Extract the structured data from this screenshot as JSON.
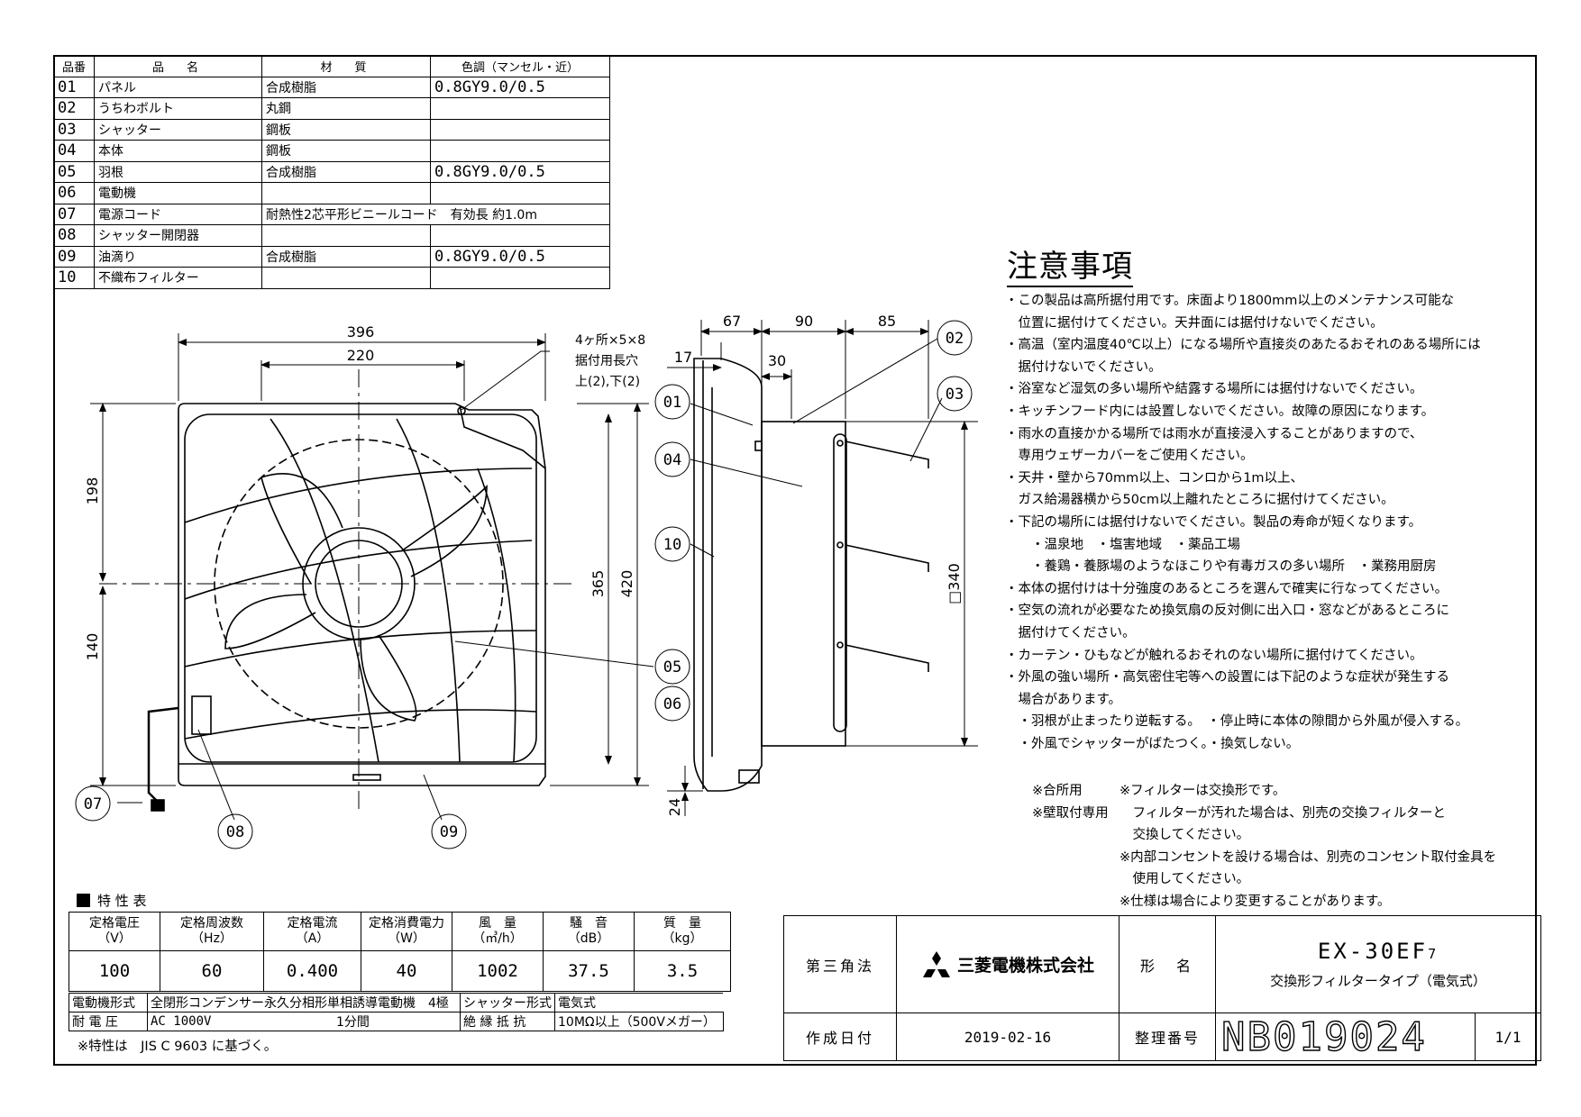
{
  "parts_table": {
    "headers": [
      "品番",
      "品　名",
      "材　質",
      "色調（マンセル・近）"
    ],
    "rows": [
      {
        "no": "01",
        "name": "パネル",
        "material": "合成樹脂",
        "color": "0.8GY9.0/0.5"
      },
      {
        "no": "02",
        "name": "うちわボルト",
        "material": "丸鋼",
        "color": ""
      },
      {
        "no": "03",
        "name": "シャッター",
        "material": "鋼板",
        "color": ""
      },
      {
        "no": "04",
        "name": "本体",
        "material": "鋼板",
        "color": ""
      },
      {
        "no": "05",
        "name": "羽根",
        "material": "合成樹脂",
        "color": "0.8GY9.0/0.5"
      },
      {
        "no": "06",
        "name": "電動機",
        "material": "",
        "color": ""
      },
      {
        "no": "07",
        "name": "電源コード",
        "material": "耐熱性2芯平形ビニールコード　有効長 約1.0m",
        "color": ""
      },
      {
        "no": "08",
        "name": "シャッター開閉器",
        "material": "",
        "color": ""
      },
      {
        "no": "09",
        "name": "油滴り",
        "material": "合成樹脂",
        "color": "0.8GY9.0/0.5"
      },
      {
        "no": "10",
        "name": "不織布フィルター",
        "material": "",
        "color": ""
      }
    ]
  },
  "front_view": {
    "dims": {
      "width_total": "396",
      "width_inner": "220",
      "height_upper": "198",
      "height_lower": "140",
      "height_365": "365",
      "height_420": "420"
    },
    "mount_hole_note": [
      "4ヶ所×5×8",
      "据付用長穴",
      "上(2),下(2)"
    ],
    "callouts": [
      "07",
      "08",
      "09"
    ]
  },
  "side_view": {
    "dims": {
      "d67": "67",
      "d90": "90",
      "d85": "85",
      "d17": "17",
      "d30": "30",
      "d24": "24",
      "d340": "□340"
    },
    "callouts_left": [
      "01",
      "04",
      "10",
      "05",
      "06"
    ],
    "callouts_right": [
      "02",
      "03"
    ]
  },
  "notes": {
    "title": "注意事項",
    "lines": [
      "・この製品は高所据付用です。床面より1800mm以上のメンテナンス可能な",
      "　位置に据付けてください。天井面には据付けないでください。",
      "・高温（室内温度40℃以上）になる場所や直接炎のあたるおそれのある場所には",
      "　据付けないでください。",
      "・浴室など湿気の多い場所や結露する場所には据付けないでください。",
      "・キッチンフード内には設置しないでください。故障の原因になります。",
      "・雨水の直接かかる場所では雨水が直接浸入することがありますので、",
      "　専用ウェザーカバーをご使用ください。",
      "・天井・壁から70mm以上、コンロから1m以上、",
      "　ガス給湯器横から50cm以上離れたところに据付けてください。",
      "・下記の場所には据付けないでください。製品の寿命が短くなります。",
      "　　・温泉地　・塩害地域　・薬品工場",
      "　　・養鶏・養豚場のようなほこりや有毒ガスの多い場所　・業務用厨房",
      "・本体の据付けは十分強度のあるところを選んで確実に行なってください。",
      "・空気の流れが必要なため換気扇の反対側に出入口・窓などがあるところに",
      "　据付けてください。",
      "・カーテン・ひもなどが触れるおそれのない場所に据付けてください。",
      "・外風の強い場所・高気密住宅等への設置には下記のような症状が発生する",
      "　場合があります。",
      "　・羽根が止まったり逆転する。　・停止時に本体の隙間から外風が侵入する。",
      "　・外風でシャッターがばたつく。・換気しない。"
    ],
    "remarks": [
      {
        "k": "※合所用",
        "v": "※フィルターは交換形です。"
      },
      {
        "k": "※壁取付専用",
        "v": "　フィルターが汚れた場合は、別売の交換フィルターと"
      },
      {
        "k": "",
        "v": "　交換してください。"
      },
      {
        "k": "",
        "v": "※内部コンセントを設ける場合は、別売のコンセント取付金具を"
      },
      {
        "k": "",
        "v": "　使用してください。"
      },
      {
        "k": "",
        "v": "※仕様は場合により変更することがあります。"
      }
    ]
  },
  "spec": {
    "title": "特 性 表",
    "headers": [
      [
        "定格電圧",
        "（V）"
      ],
      [
        "定格周波数",
        "（Hz）"
      ],
      [
        "定格電流",
        "（A）"
      ],
      [
        "定格消費電力",
        "（W）"
      ],
      [
        "風　量",
        "（㎥/h）"
      ],
      [
        "騒　音",
        "（dB）"
      ],
      [
        "質　量",
        "（kg）"
      ]
    ],
    "values": [
      "100",
      "60",
      "0.400",
      "40",
      "1002",
      "37.5",
      "3.5"
    ],
    "motor_label": "電動機形式",
    "motor_value": "全閉形コンデンサー永久分相形単相誘導電動機　4極",
    "shutter_label": "シャッター形式",
    "shutter_value": "電気式",
    "voltage_label": "耐 電 圧",
    "voltage_value": "AC 1000V",
    "voltage_time": "1分間",
    "insulation_label": "絶 縁 抵 抗",
    "insulation_value": "10MΩ以上（500Vメガー）",
    "note": "※特性は　JIS C 9603 に基づく。"
  },
  "title_block": {
    "projection": "第三角法",
    "company": "三菱電機株式会社",
    "model_label": "形　名",
    "model": "EX-30EF",
    "model_sub": "7",
    "model_desc": "交換形フィルタータイプ（電気式）",
    "date_label": "作成日付",
    "date": "2019-02-16",
    "doc_label": "整理番号",
    "doc_number": "NB019024",
    "sheet": "1/1"
  }
}
